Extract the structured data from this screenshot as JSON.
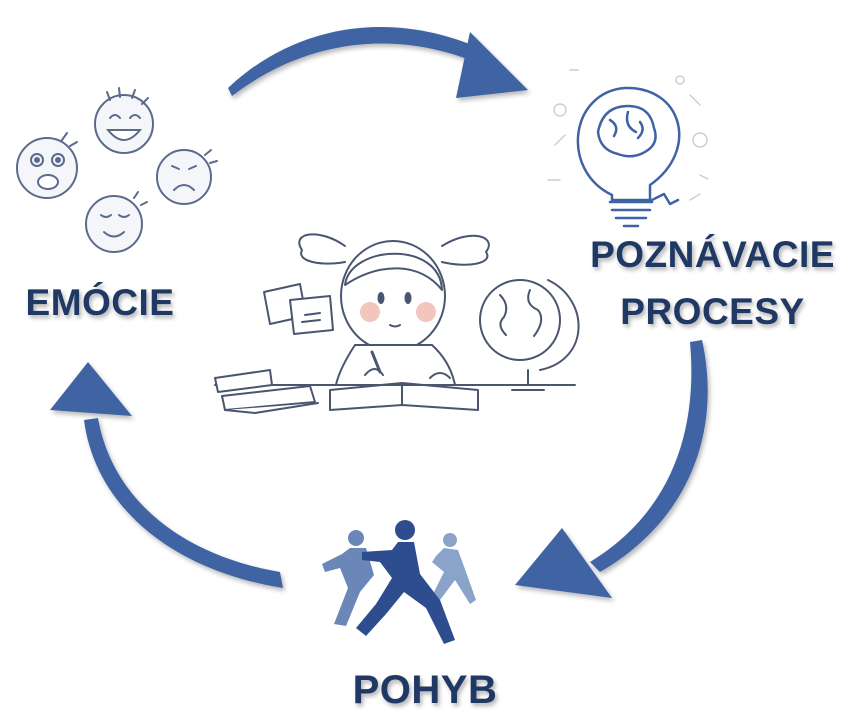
{
  "labels": {
    "emotions": "EMÓCIE",
    "cognitive_line1": "POZNÁVACIE",
    "cognitive_line2": "PROCESY",
    "movement": "POHYB"
  },
  "colors": {
    "arrow": "#3f63a4",
    "text": "#1f3864",
    "sketch": "#5a6b8c",
    "runner_dark": "#2e4d8f",
    "runner_light": "#8aa3c8"
  },
  "icons": [
    "emotion-faces-icon",
    "lightbulb-brain-icon",
    "runners-icon",
    "girl-studying-illustration"
  ]
}
